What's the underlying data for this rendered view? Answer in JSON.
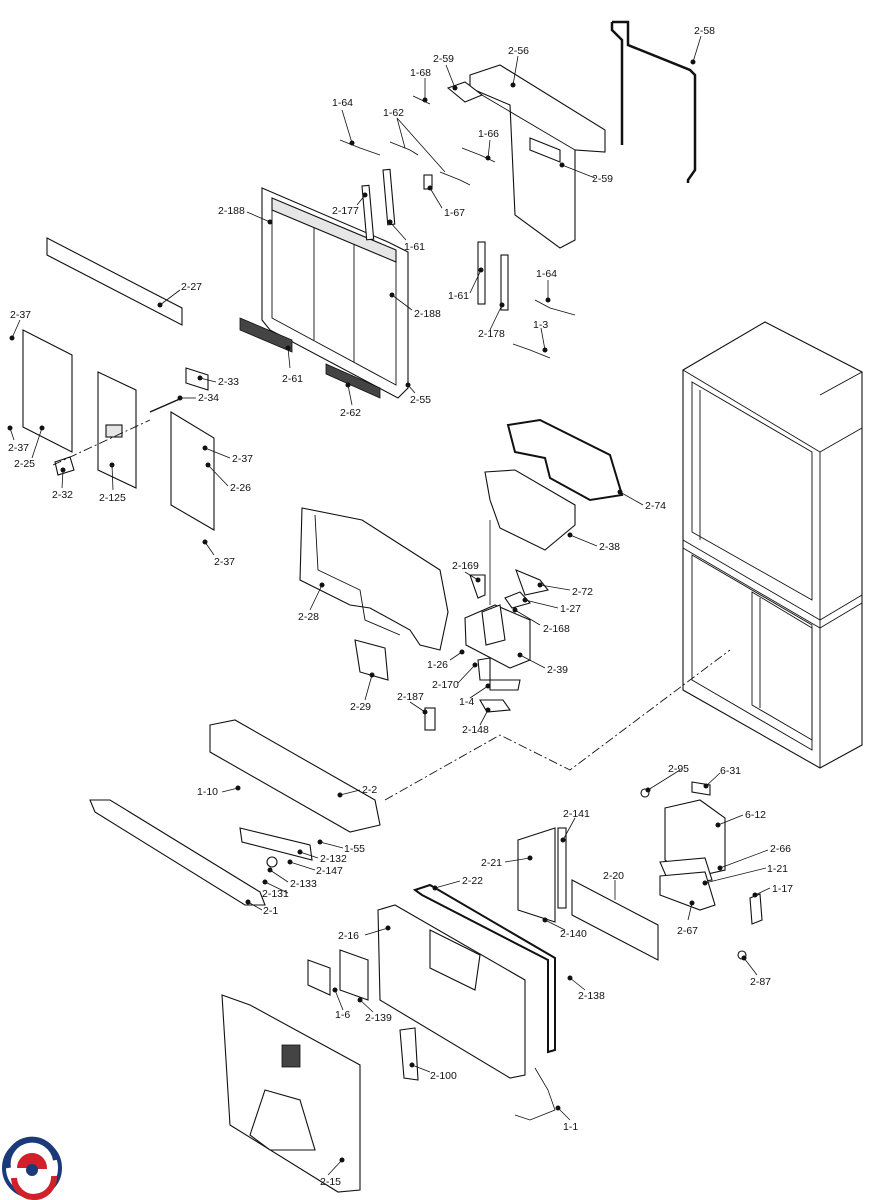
{
  "diagram": {
    "labels": [
      "2-58",
      "2-56",
      "2-59",
      "1-68",
      "1-64",
      "1-62",
      "1-66",
      "2-59",
      "2-188",
      "2-177",
      "1-67",
      "1-61",
      "2-27",
      "1-61",
      "1-64",
      "2-178",
      "2-188",
      "1-3",
      "2-37",
      "2-33",
      "2-61",
      "2-34",
      "2-62",
      "2-55",
      "2-37",
      "2-37",
      "2-25",
      "2-26",
      "2-32",
      "2-125",
      "2-37",
      "2-74",
      "2-38",
      "2-169",
      "2-72",
      "2-28",
      "1-27",
      "2-168",
      "1-26",
      "2-39",
      "2-170",
      "2-187",
      "1-4",
      "2-29",
      "2-148",
      "2-95",
      "6-31",
      "2-2",
      "1-10",
      "6-12",
      "2-141",
      "1-55",
      "2-66",
      "2-132",
      "2-21",
      "2-147",
      "2-133",
      "1-21",
      "2-20",
      "2-22",
      "2-131",
      "1-17",
      "2-1",
      "2-67",
      "2-140",
      "2-16",
      "2-87",
      "2-138",
      "1-6",
      "2-139",
      "2-100",
      "1-1",
      "2-15"
    ]
  },
  "logo": {
    "name": "brand-logo-icon"
  }
}
